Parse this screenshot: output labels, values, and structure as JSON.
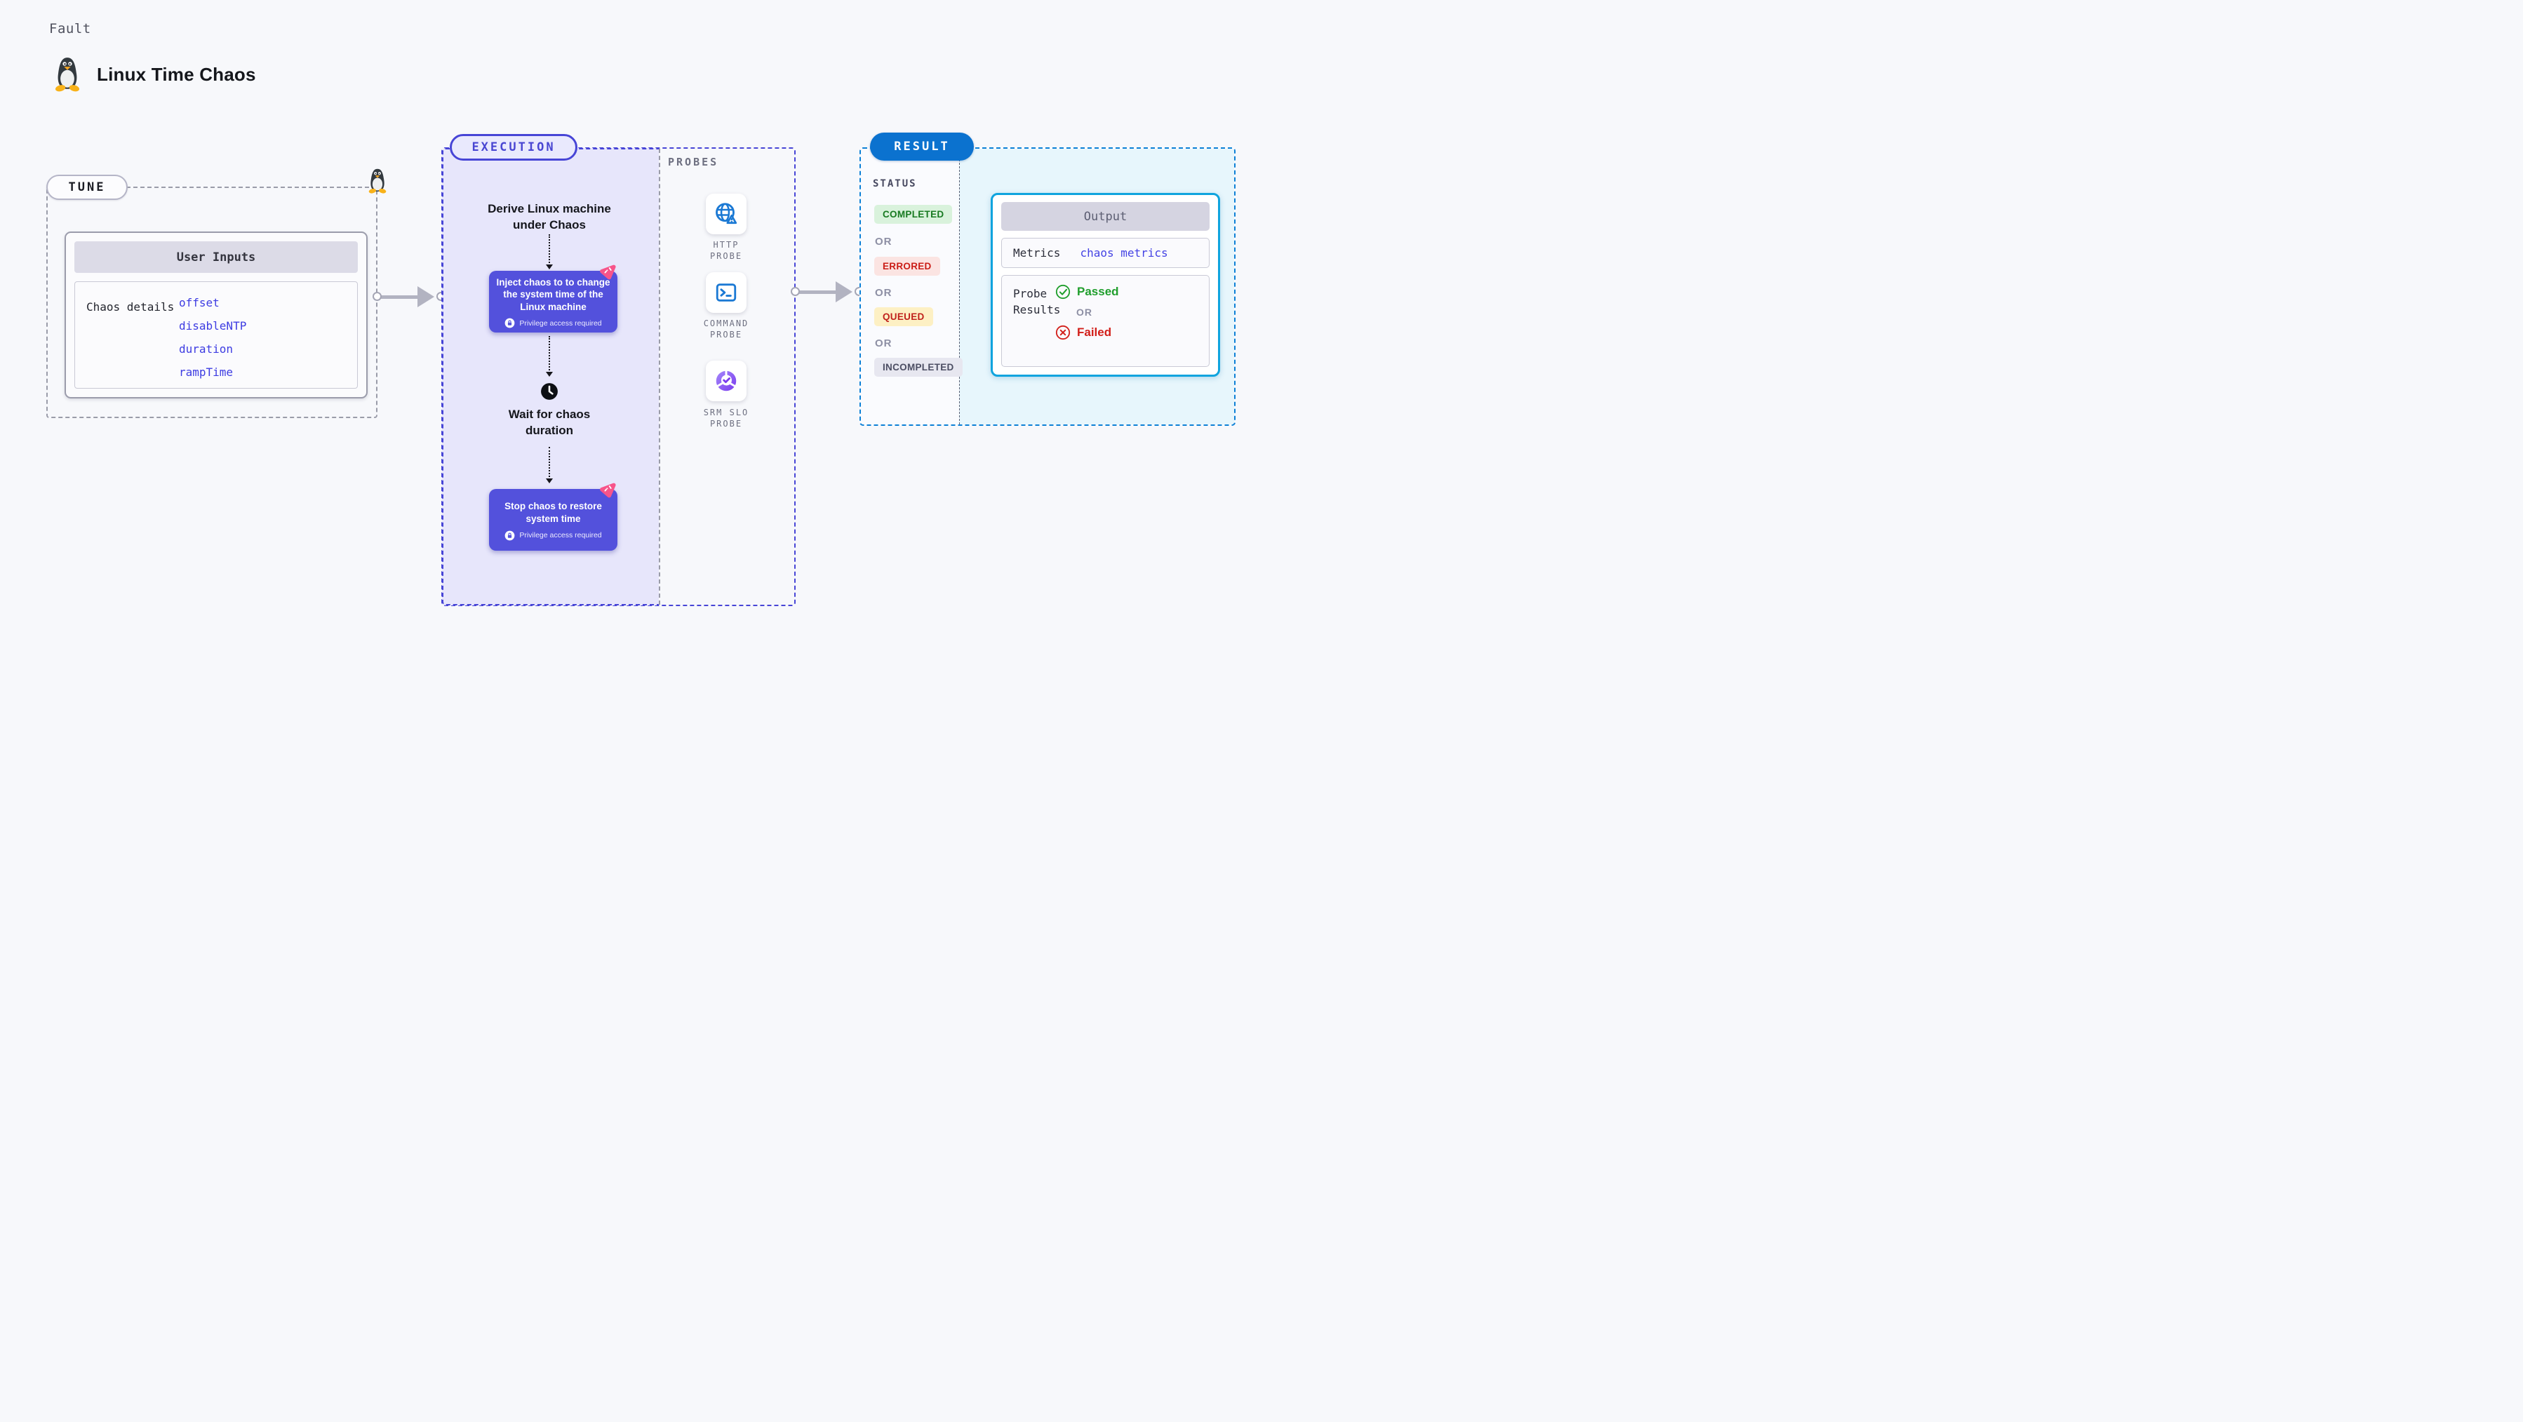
{
  "page": {
    "kicker": "Fault",
    "title": "Linux Time Chaos"
  },
  "tune": {
    "label": "TUNE",
    "card_title": "User Inputs",
    "row_label": "Chaos details",
    "params": [
      "offset",
      "disableNTP",
      "duration",
      "rampTime"
    ]
  },
  "execution": {
    "label": "EXECUTION",
    "derive_line1": "Derive Linux machine",
    "derive_line2": "under Chaos",
    "inject_text": "Inject chaos to to change the system time of the Linux machine",
    "privilege": "Privilege access required",
    "wait_line1": "Wait for chaos",
    "wait_line2": "duration",
    "stop_text": "Stop chaos to restore system time"
  },
  "probes": {
    "label": "PROBES",
    "items": [
      "HTTP PROBE",
      "COMMAND PROBE",
      "SRM SLO PROBE"
    ]
  },
  "result": {
    "label": "RESULT",
    "status_label": "STATUS",
    "or": "OR",
    "statuses": [
      "COMPLETED",
      "ERRORED",
      "QUEUED",
      "INCOMPLETED"
    ],
    "output": {
      "title": "Output",
      "metrics_label": "Metrics",
      "metrics_value": "chaos metrics",
      "probe_line1": "Probe",
      "probe_line2": "Results",
      "passed": "Passed",
      "failed": "Failed"
    }
  },
  "colors": {
    "page_bg": "#f7f8fb",
    "execution_accent": "#4745d6",
    "execution_fill": "#e7e6fb",
    "node_purple": "#5351dc",
    "chaos_pink": "#f7548a",
    "probe_icon_blue": "#1b79d4",
    "srm_purple": "#7a3bee",
    "result_accent": "#0c80d6",
    "result_fill": "#e7f6fc",
    "output_border": "#0fa4de",
    "completed_green": "#187a21",
    "errored_red": "#cb1d17",
    "queued_yellow_bg": "#fdf0c4",
    "passed_green": "#1f9e2c",
    "failed_red": "#d21f1a",
    "metrics_blue": "#4443e4"
  }
}
